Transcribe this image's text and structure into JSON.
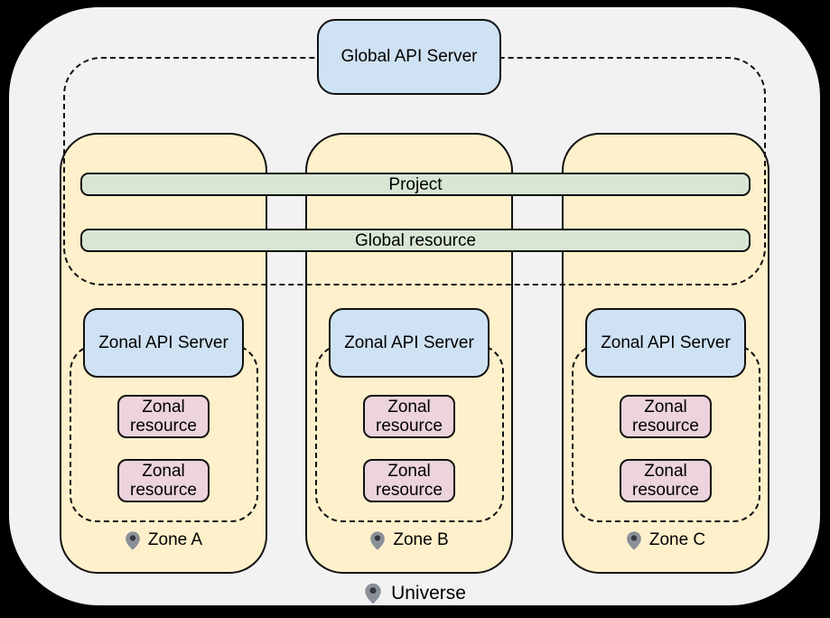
{
  "diagram": {
    "global_api_server_label": "Global API Server",
    "scope_bars": {
      "project": "Project",
      "global_resource": "Global resource"
    },
    "zones": [
      {
        "name": "Zone A",
        "api_server_label": "Zonal API Server",
        "resources": [
          "Zonal resource",
          "Zonal resource"
        ]
      },
      {
        "name": "Zone B",
        "api_server_label": "Zonal API Server",
        "resources": [
          "Zonal resource",
          "Zonal resource"
        ]
      },
      {
        "name": "Zone C",
        "api_server_label": "Zonal API Server",
        "resources": [
          "Zonal resource",
          "Zonal resource"
        ]
      }
    ],
    "universe_label": "Universe",
    "icons": {
      "zone_marker": "location-pin-icon",
      "universe_marker": "location-pin-icon"
    },
    "colors": {
      "page_background": "#000000",
      "universe_fill": "#f2f2f3",
      "zone_fill": "#fdf0cb",
      "api_server_fill": "#cfe2f3",
      "scope_bar_fill": "#d8e6d3",
      "zonal_resource_fill": "#ecd3dd",
      "border": "#111111",
      "pin_body": "#8a9098",
      "pin_dot": "#35393d"
    }
  }
}
